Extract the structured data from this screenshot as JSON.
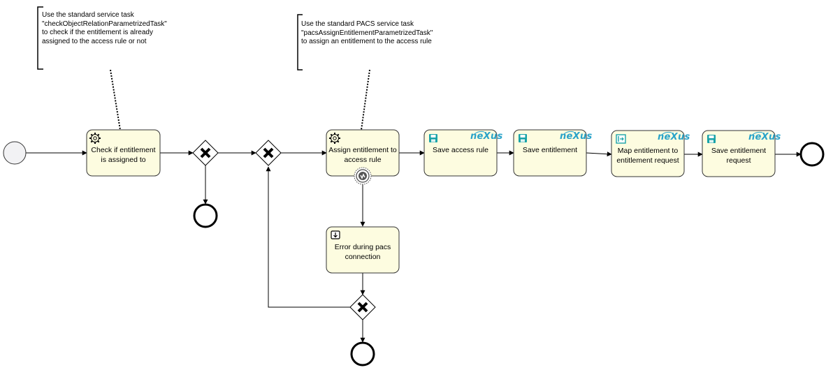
{
  "annotations": [
    {
      "id": "anno-check",
      "lines": [
        "Use the standard service task",
        "\"checkObjectRelationParametrizedTask\"",
        "to check if the entitlement is already",
        "assigned to the access rule or not"
      ]
    },
    {
      "id": "anno-assign",
      "lines": [
        "Use the standard PACS service task",
        "\"pacsAssignEntitlementParametrizedTask\"",
        "to assign an entitlement to the access rule"
      ]
    }
  ],
  "tasks": {
    "check": {
      "label": "Check if entitlement is assigned to",
      "icon": "gear-icon"
    },
    "assign": {
      "label": "Assign entitlement to access rule",
      "icon": "gear-icon"
    },
    "save_access_rule": {
      "label": "Save access rule",
      "icon": "save-icon",
      "logo": "neXus"
    },
    "save_entitlement": {
      "label": "Save entitlement",
      "icon": "save-icon",
      "logo": "neXus"
    },
    "map_entitlement": {
      "label": "Map entitlement to entitlement request",
      "icon": "map-icon",
      "logo": "neXus"
    },
    "save_entitlement_request": {
      "label": "Save entitlement request",
      "icon": "save-icon",
      "logo": "neXus"
    },
    "error_pacs": {
      "label": "Error during pacs connection",
      "icon": "download-icon"
    }
  },
  "colors": {
    "task_fill": "#fdfce0",
    "task_stroke": "#333333",
    "start_fill": "#f2f2f4",
    "nexus_blue": "#29a3c9",
    "save_icon": "#19a3a8"
  }
}
